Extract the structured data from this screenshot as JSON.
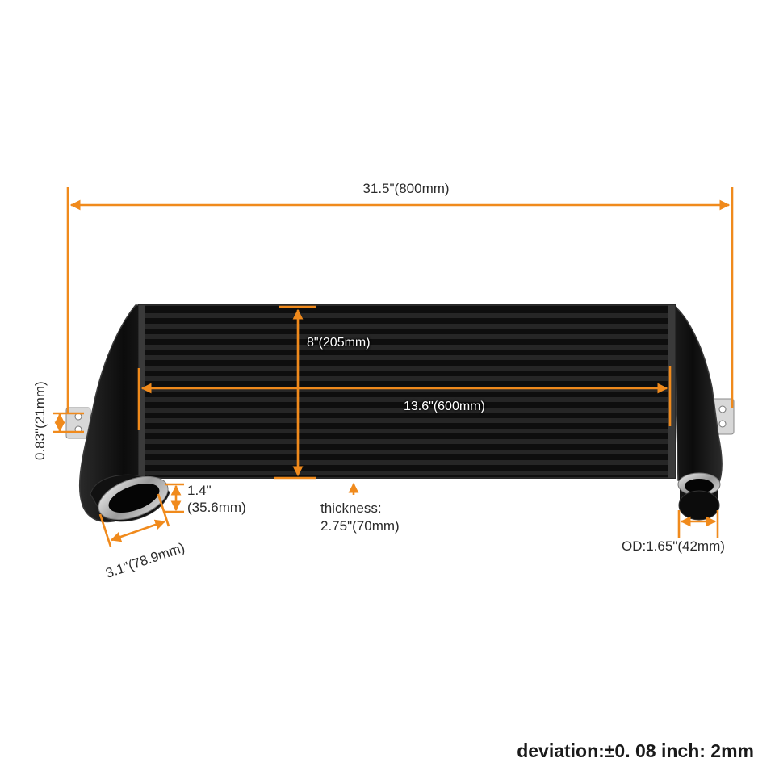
{
  "colors": {
    "dimension_lines": "#f08a1c",
    "intercooler_body": "#111111",
    "label_text": "#2a2a2a",
    "pipe_silver": "#c8c8c8"
  },
  "dimensions": {
    "overall_width": "31.5\"(800mm)",
    "core_height": "8\"(205mm)",
    "core_width": "13.6\"(600mm)",
    "bracket_height": "0.83\"(21mm)",
    "inlet_height": [
      "1.4\"",
      "(35.6mm)"
    ],
    "inlet_width": "3.1\"(78.9mm)",
    "thickness": [
      "thickness:",
      "2.75\"(70mm)"
    ],
    "outlet_od": "OD:1.65\"(42mm)"
  },
  "tolerance": "deviation:±0. 08 inch: 2mm"
}
